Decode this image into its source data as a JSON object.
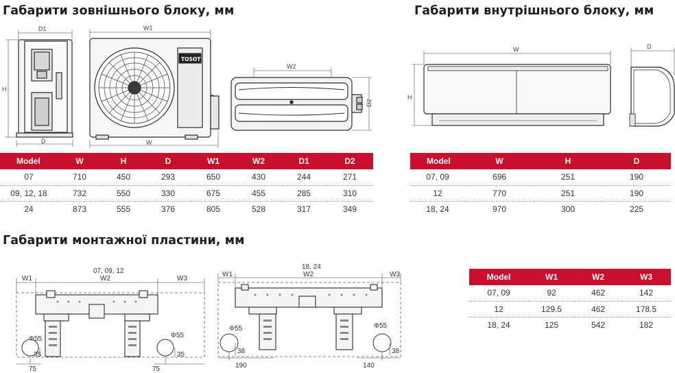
{
  "headings": {
    "outdoor": "Габарити зовнішнього блоку, мм",
    "indoor": "Габарити внутрішнього блоку, мм",
    "plate": "Габарити монтажної пластини, мм"
  },
  "diagram_labels": {
    "outdoor": {
      "d1": "D1",
      "w1": "W1",
      "h": "H",
      "d": "D",
      "w": "W",
      "w2": "W2",
      "d2": "D2",
      "brand": "TOSOT"
    },
    "indoor": {
      "w": "W",
      "h": "H",
      "d": "D"
    },
    "plate_a": {
      "models": "07, 09, 12",
      "w1": "W1",
      "w2": "W2",
      "w3": "W3",
      "phi_left": "Φ55",
      "phi_right": "Φ55",
      "v_left": "35",
      "v_right": "35",
      "h_left": "75",
      "h_right": "75"
    },
    "plate_b": {
      "models": "18, 24",
      "w1": "W1",
      "w2": "W2",
      "w3": "W3",
      "phi_left": "Φ55",
      "phi_right": "Φ55",
      "v_left": "38",
      "v_right": "38",
      "h_left": "190",
      "h_right": "140"
    }
  },
  "outdoor_table": {
    "columns": [
      "Model",
      "W",
      "H",
      "D",
      "W1",
      "W2",
      "D1",
      "D2"
    ],
    "rows": [
      [
        "07",
        "710",
        "450",
        "293",
        "650",
        "430",
        "244",
        "271"
      ],
      [
        "09, 12, 18",
        "732",
        "550",
        "330",
        "675",
        "455",
        "285",
        "310"
      ],
      [
        "24",
        "873",
        "555",
        "376",
        "805",
        "528",
        "317",
        "349"
      ]
    ]
  },
  "indoor_table": {
    "columns": [
      "Model",
      "W",
      "H",
      "D"
    ],
    "rows": [
      [
        "07, 09",
        "696",
        "251",
        "190"
      ],
      [
        "12",
        "770",
        "251",
        "190"
      ],
      [
        "18, 24",
        "970",
        "300",
        "225"
      ]
    ]
  },
  "plate_table": {
    "columns": [
      "Model",
      "W1",
      "W2",
      "W3"
    ],
    "rows": [
      [
        "07, 09",
        "92",
        "462",
        "142"
      ],
      [
        "12",
        "129.5",
        "462",
        "178.5"
      ],
      [
        "18, 24",
        "125",
        "542",
        "182"
      ]
    ]
  },
  "colors": {
    "header_red": "#c8102e",
    "line": "#333333",
    "dim": "#777777"
  }
}
